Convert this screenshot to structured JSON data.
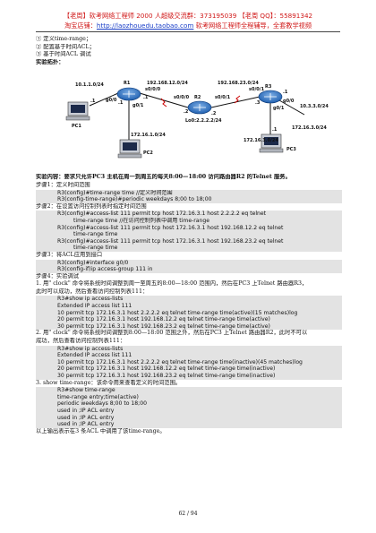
{
  "header": {
    "line1": "【老周】软考网络工程师 2000 人超级交流群：373195039    【老周 QQ】：55891342",
    "shop_label": "淘宝店铺：",
    "shop_url": "http://laozhouedu.taobao.com",
    "line2_tail": "    软考网络工程师全程辅导，全套教学视频"
  },
  "goals": [
    "①  定义time-range；",
    "②  配置基于时间ACL；",
    "③  基于时间ACL  调试"
  ],
  "topology_title": "实验拓扑：",
  "topology": {
    "routers": [
      "R1",
      "R2",
      "R3"
    ],
    "pcs": [
      "PC1",
      "PC2",
      "PC3"
    ],
    "labels": {
      "net_left": "10.1.1.0/24",
      "net_r1r2": "192.168.12.0/24",
      "net_r2r3": "192.168.23.0/24",
      "net_right": "10.3.3.0/24",
      "lo_pc2": "172.16.1.0/24",
      "lo_r2": "Lo0:2.2.2.2/24",
      "lo_pc3": "172.16.3.0/24",
      "pc3_side": "172.16.3.0/24",
      "r1_g00": "g0/0",
      "r1_s000": "s0/0/0",
      "r2_s000": "s0/0/0",
      "r2_s001": "s0/0/1",
      "r3_s001": "s0/0/1",
      "r3_g00": "g0/0",
      "r1_g01": "g0/1",
      "r3_g01": "g0/1",
      "r1_dot1": ".1",
      "r1_dot1b": ".1",
      "r2_dot2": ".2",
      "r2_dot2b": ".2",
      "r3_dot3": ".3",
      "r3_dot1": ".1",
      "pc1_dot": ".1",
      "pc3_dot": ".1"
    }
  },
  "lines": {
    "content": "实验内容：要求只允许PC3  主机在周一到周五的每天8:00—18:00  访问路由器R2  的Telnet  服务。",
    "step1": "步骤1：定义时间范围",
    "step2": "步骤2：在设置访问控制列表时指定时间范围",
    "step3": "步骤3：将ACL应用到接口",
    "step4": "步骤4：实验调试",
    "test1a": "1. 用\" clock\" 命令将系统时间调整到周一至周五的8:00—18:00 范围内，然后在PC3 上Telnet 路由器R3，",
    "test1b": "此时可以成功，然后查看访问控制列表111：",
    "test2a": "2. 用\" clock\" 命令将系统时间调整到8:00—18:00 范围之外，然后在PC3  上Telnet 路由器R2，此时不可以",
    "test2b": "成功，然后查看访问控制列表111：",
    "test3": "3. show time-range：该命令用来查看定义的时间范围。",
    "tail": "以上输出表示在3 条ACL 中调用了该time-range。"
  },
  "code": {
    "s1": [
      "R3(config)#time-range time       //定义时间范围",
      "R3(config-time-range)#periodic weekdays 8;00 to 18;00"
    ],
    "s2": [
      [
        "R3(config)#access-list 111 permit tcp host 172.16.3.1 host 2.2.2.2 eq telnet",
        ""
      ],
      [
        "time-range time",
        "                    //在访问控制列表中调用 time-range"
      ],
      [
        "R3(config)#access-list 111 permit tcp host 172.16.3.1 host 192.168.12.2 eq telnet",
        ""
      ],
      [
        "time-range time",
        ""
      ],
      [
        "R3(config)#access-list 111 permit tcp host 172.16.3.1 host 192.168.23.2 eq telnet",
        ""
      ],
      [
        "time-range time",
        ""
      ]
    ],
    "s3": [
      "R3(config)#interface g0/0",
      "R3(config-if)ip access-group 111 in"
    ],
    "t1": [
      "R3#show ip access-lists",
      "Extended IP access list 111",
      "10 permit tcp 172.16.3.1 host 2.2.2.2 eq telnet time-range time(active)(15 matches)log",
      "20 permit tcp 172.16.3.1 host 192.168.12.2 eq telnet time-range time(active)",
      "30 permit tcp 172.16.3.1 host 192.168.23.2 eq telnet time-range time(active)"
    ],
    "t2": [
      "R3#show ip access-lists",
      "Extended IP access list 111",
      "10 permit tcp 172.16.3.1 host 2.2.2.2 eq telnet time-range time(inactive)(45 matches)log",
      "20 permit tcp 172.16.3.1 host 192.168.12.2 eq telnet time-range time(inactive)",
      "30 permit tcp 172.16.3.1 host 192.168.23.2 eq telnet time-range time(inactive)"
    ],
    "t3": [
      "R3#show time-range",
      "time-range entry;time(active)",
      "periodic weekdays 8;00 to 18;00",
      "used in ;IP ACL entry",
      "used in ;IP ACL entry",
      "used in ;IP ACL entry"
    ]
  },
  "footer": "62 / 94"
}
